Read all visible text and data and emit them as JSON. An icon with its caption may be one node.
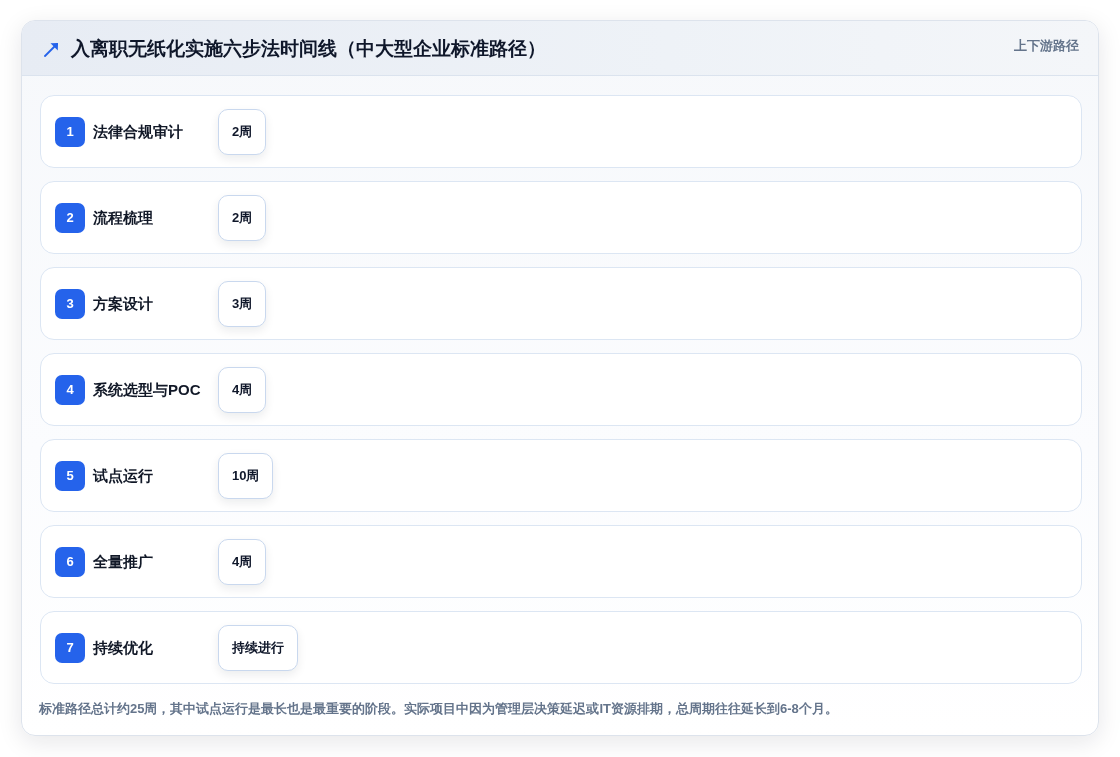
{
  "diagram": {
    "title": "入离职无纸化实施六步法时间线（中大型企业标准路径）",
    "caption": "标准路径总计约25周，其中试点运行是最长也是最重要的阶段。实际项目中因为管理层决策延迟或IT资源排期，总周期往往延长到6-8个月。",
    "nodes": [
      {
        "text": [
          "法律合规审计"
        ]
      },
      {
        "text": [
          "1"
        ],
        "in": 0
      },
      {
        "text": [
          "2周"
        ],
        "in": 0
      },
      {
        "text": [
          "流程梳理"
        ]
      },
      {
        "text": [
          "2"
        ],
        "in": 3
      },
      {
        "text": [
          "2周"
        ],
        "in": 3
      },
      {
        "text": [
          "方案设计"
        ]
      },
      {
        "text": [
          "3"
        ],
        "in": 6
      },
      {
        "text": [
          "3周"
        ],
        "in": 6
      },
      {
        "text": [
          "系统选型与POC"
        ]
      },
      {
        "text": [
          "4"
        ],
        "in": 9
      },
      {
        "text": [
          "4周"
        ],
        "in": 9
      },
      {
        "text": [
          "试点运行"
        ]
      },
      {
        "text": [
          "5"
        ],
        "in": 12
      },
      {
        "text": [
          "10周"
        ],
        "in": 12
      },
      {
        "text": [
          "全量推广"
        ]
      },
      {
        "text": [
          "6"
        ],
        "in": 15
      },
      {
        "text": [
          "4周"
        ],
        "in": 15
      },
      {
        "text": [
          "持续优化"
        ]
      },
      {
        "text": [
          "7"
        ],
        "in": 18
      },
      {
        "text": [
          "持续进行"
        ],
        "in": 18
      }
    ],
    "labels": [
      "上下游路径"
    ]
  }
}
